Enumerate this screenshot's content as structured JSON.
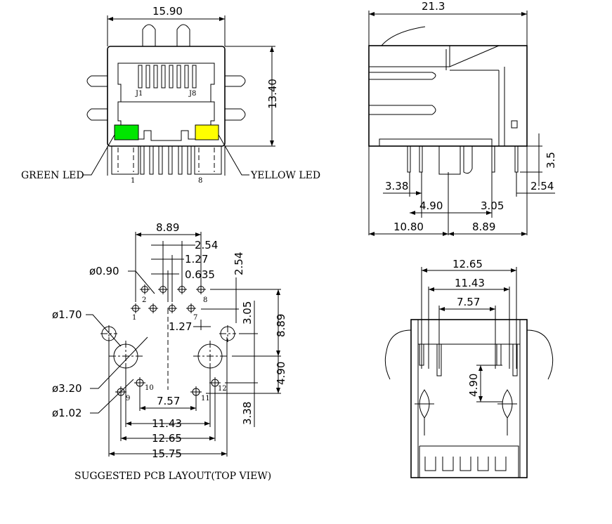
{
  "front_view": {
    "width_dim": "15.90",
    "height_dim": "13.40",
    "contact_j1": "J1",
    "contact_j8": "J8",
    "pin_1": "1",
    "pin_8": "8",
    "green_led_label": "GREEN LED",
    "yellow_led_label": "YELLOW LED",
    "green_led_color": "#00e600",
    "yellow_led_color": "#ffff00"
  },
  "side_view": {
    "length_dim": "21.3",
    "pin_height_dim": "3.5",
    "dim_3_38": "3.38",
    "dim_2_54": "2.54",
    "dim_4_90": "4.90",
    "dim_3_05": "3.05",
    "dim_10_80": "10.80",
    "dim_8_89": "8.89"
  },
  "pcb_layout": {
    "dim_8_89_top": "8.89",
    "dim_2_54_top": "2.54",
    "dim_1_27_top": "1.27",
    "dim_0_635": "0.635",
    "hole_0_90": "ø0.90",
    "hole_1_70": "ø1.70",
    "hole_3_20": "ø3.20",
    "hole_1_02": "ø1.02",
    "dim_2_54_vert": "2.54",
    "dim_3_05_vert": "3.05",
    "dim_8_89_vert": "8.89",
    "dim_4_90_vert": "4.90",
    "dim_3_38_vert": "3.38",
    "dim_1_27_mid": "1.27",
    "dim_7_57": "7.57",
    "dim_11_43": "11.43",
    "dim_12_65": "12.65",
    "dim_15_75": "15.75",
    "pins": [
      "1",
      "2",
      "7",
      "8",
      "9",
      "10",
      "11",
      "12"
    ],
    "caption": "SUGGESTED PCB LAYOUT(TOP VIEW)"
  },
  "bottom_view": {
    "dim_12_65": "12.65",
    "dim_11_43": "11.43",
    "dim_7_57": "7.57",
    "dim_4_90": "4.90"
  }
}
